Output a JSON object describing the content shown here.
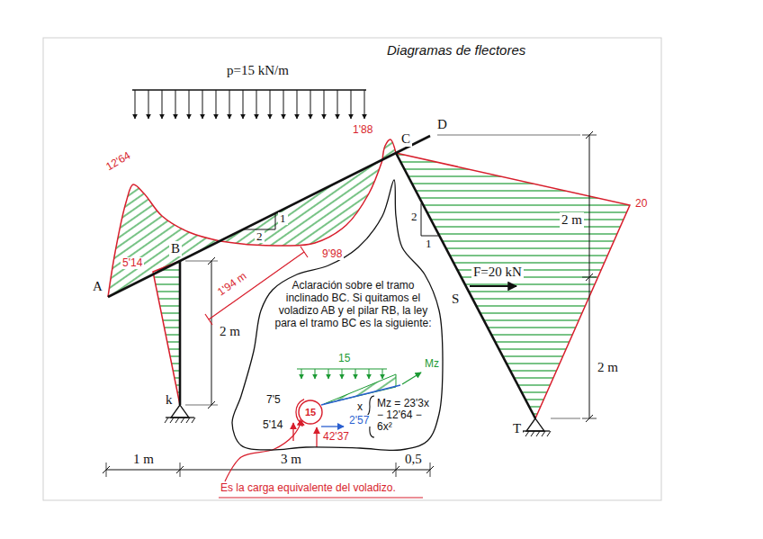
{
  "diagram": {
    "title": "Diagramas de flectores",
    "nodes": [
      {
        "text": [
          "Aclaración sobre el tramo inclinado BC. Si quitamos el voladizo AB y el pilar RB, la ley para el tramo BC es la siguiente:"
        ]
      },
      {
        "text": [
          "15"
        ],
        "in": 0
      }
    ],
    "labels": [
      "p=15 kN/m",
      "D",
      "C",
      "B",
      "A",
      "k",
      "S",
      "T",
      "F=20 kN",
      "1",
      "2",
      "2",
      "1",
      "2 m",
      "2 m",
      "2 m",
      "1 m",
      "3 m",
      "0,5",
      "12'64",
      "5'14",
      "1'88",
      "9'98",
      "20",
      "1'94 m",
      "15",
      "Mz",
      "x",
      "7'5",
      "5'14",
      "2'57",
      "42'37",
      "Mz = 23'3x − 12'64 − 6x²",
      "Es la carga equivalente del voladizo."
    ]
  }
}
